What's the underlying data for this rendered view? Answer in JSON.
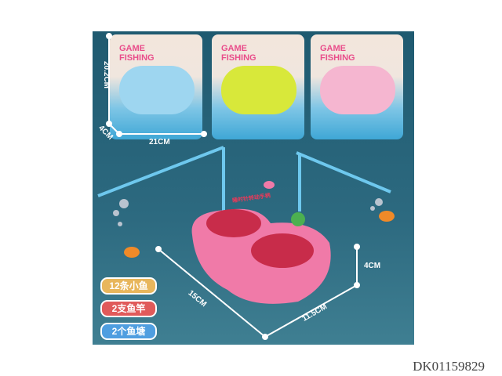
{
  "cards": [
    {
      "title": "GAME FISHING",
      "color": "#9ed6f0"
    },
    {
      "title": "GAME FISHING",
      "color": "#d8e83a"
    },
    {
      "title": "GAME FISHING",
      "color": "#f5b6d0"
    }
  ],
  "dimensions": {
    "height": "20.2CM",
    "depth": "4CM",
    "width": "21CM",
    "toy_length": "15CM",
    "toy_width": "11.5CM",
    "toy_height": "4CM"
  },
  "toy_label": "睡时针转动手柄",
  "badges": [
    {
      "text": "12条小鱼",
      "color": "#e8b65c"
    },
    {
      "text": "2支鱼竿",
      "color": "#e05a5a"
    },
    {
      "text": "2个鱼塘",
      "color": "#4f9ee0"
    }
  ],
  "product_code": "DK01159829"
}
